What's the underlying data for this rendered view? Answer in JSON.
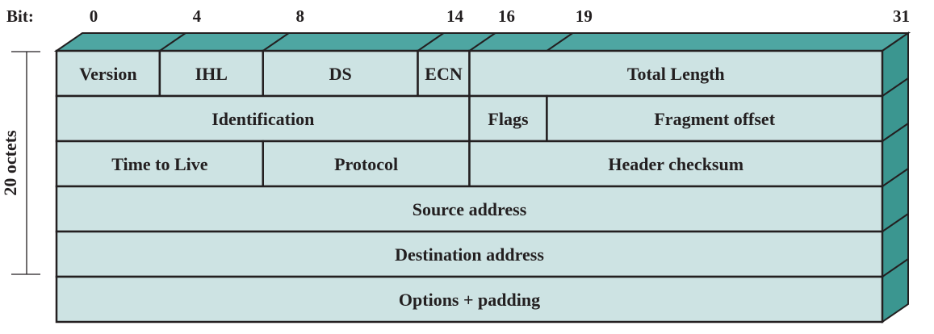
{
  "bit_label": "Bit:",
  "bit_ticks": [
    "0",
    "4",
    "8",
    "14",
    "16",
    "19",
    "31"
  ],
  "side_label": "20 octets",
  "colors": {
    "face": "#cde3e3",
    "top": "#4ea6a2",
    "side": "#3b9690",
    "border": "#231f20"
  },
  "rows": [
    {
      "fields": [
        {
          "label": "Version",
          "start": 0,
          "end": 4
        },
        {
          "label": "IHL",
          "start": 4,
          "end": 8
        },
        {
          "label": "DS",
          "start": 8,
          "end": 14
        },
        {
          "label": "ECN",
          "start": 14,
          "end": 16
        },
        {
          "label": "Total Length",
          "start": 16,
          "end": 32
        }
      ]
    },
    {
      "fields": [
        {
          "label": "Identification",
          "start": 0,
          "end": 16
        },
        {
          "label": "Flags",
          "start": 16,
          "end": 19
        },
        {
          "label": "Fragment offset",
          "start": 19,
          "end": 32
        }
      ]
    },
    {
      "fields": [
        {
          "label": "Time to Live",
          "start": 0,
          "end": 8
        },
        {
          "label": "Protocol",
          "start": 8,
          "end": 16
        },
        {
          "label": "Header checksum",
          "start": 16,
          "end": 32
        }
      ]
    },
    {
      "fields": [
        {
          "label": "Source address",
          "start": 0,
          "end": 32
        }
      ]
    },
    {
      "fields": [
        {
          "label": "Destination address",
          "start": 0,
          "end": 32
        }
      ]
    },
    {
      "fields": [
        {
          "label": "Options + padding",
          "start": 0,
          "end": 32
        }
      ]
    }
  ]
}
